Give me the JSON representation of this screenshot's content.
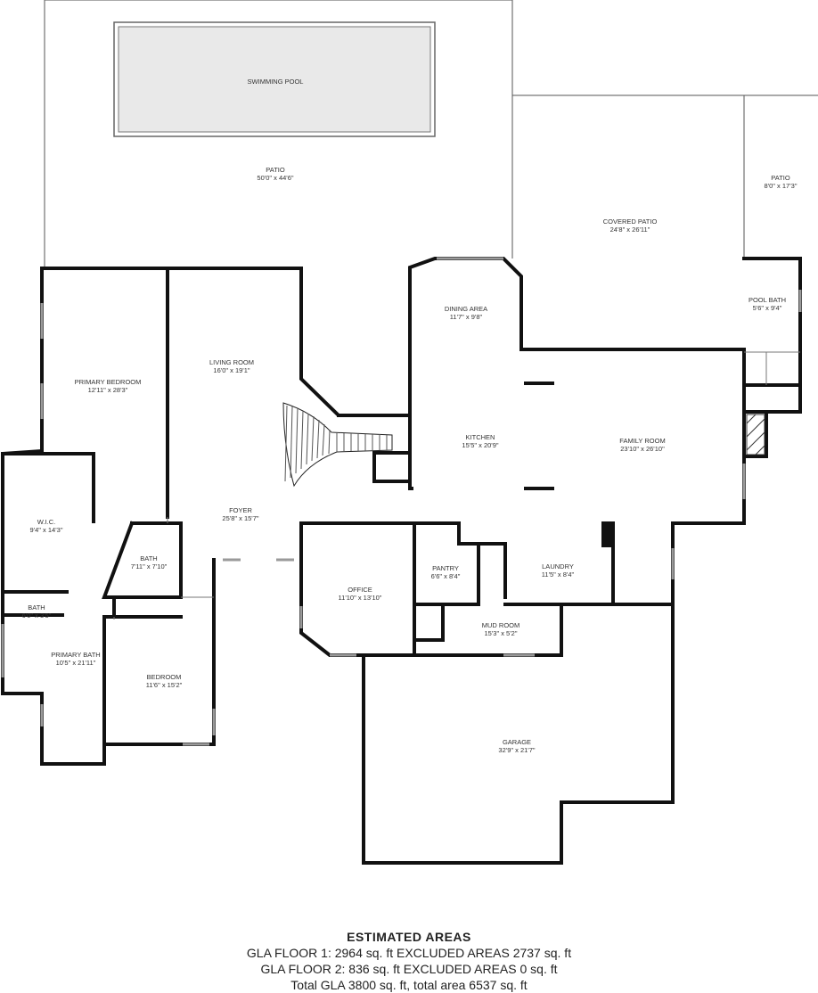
{
  "rooms": {
    "pool": {
      "name": "SWIMMING POOL",
      "dim": ""
    },
    "patio_main": {
      "name": "PATIO",
      "dim": "50'0\" x 44'6\""
    },
    "covered_patio": {
      "name": "COVERED PATIO",
      "dim": "24'8\" x 26'11\""
    },
    "patio_side": {
      "name": "PATIO",
      "dim": "8'0\" x 17'3\""
    },
    "pool_bath": {
      "name": "POOL BATH",
      "dim": "5'6\" x 9'4\""
    },
    "dining": {
      "name": "DINING AREA",
      "dim": "11'7\" x 9'8\""
    },
    "primary_bedroom": {
      "name": "PRIMARY BEDROOM",
      "dim": "12'11\" x 28'3\""
    },
    "living": {
      "name": "LIVING ROOM",
      "dim": "16'0\" x 19'1\""
    },
    "kitchen": {
      "name": "KITCHEN",
      "dim": "15'5\" x 20'9\""
    },
    "family": {
      "name": "FAMILY ROOM",
      "dim": "23'10\" x 26'10\""
    },
    "wic": {
      "name": "W.I.C.",
      "dim": "9'4\" x 14'3\""
    },
    "foyer": {
      "name": "FOYER",
      "dim": "25'8\" x 15'7\""
    },
    "bath1": {
      "name": "BATH",
      "dim": "7'11\" x 7'10\""
    },
    "pantry": {
      "name": "PANTRY",
      "dim": "6'6\" x 8'4\""
    },
    "laundry": {
      "name": "LAUNDRY",
      "dim": "11'5\" x 8'4\""
    },
    "office": {
      "name": "OFFICE",
      "dim": "11'10\" x 13'10\""
    },
    "bath2": {
      "name": "BATH",
      "dim": "6'0\" x 3'5\""
    },
    "mud": {
      "name": "MUD ROOM",
      "dim": "15'3\" x 5'2\""
    },
    "primary_bath": {
      "name": "PRIMARY BATH",
      "dim": "10'5\" x 21'11\""
    },
    "bedroom": {
      "name": "BEDROOM",
      "dim": "11'6\" x 15'2\""
    },
    "garage": {
      "name": "GARAGE",
      "dim": "32'9\" x 21'7\""
    }
  },
  "areas": {
    "heading": "ESTIMATED AREAS",
    "line1": "GLA FLOOR 1: 2964 sq. ft EXCLUDED AREAS 2737 sq. ft",
    "line2": "GLA FLOOR 2: 836 sq. ft EXCLUDED AREAS 0 sq. ft",
    "line3": "Total GLA 3800 sq. ft, total area 6537 sq. ft"
  },
  "colors": {
    "wall": "#111111",
    "thin_wall": "#555555",
    "window": "#9a9a9a",
    "pool_fill": "#e9e9e9"
  }
}
